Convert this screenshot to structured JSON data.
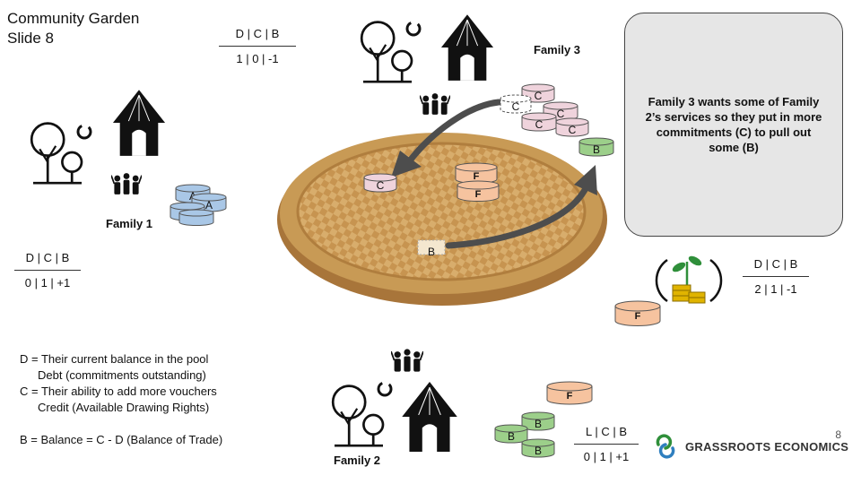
{
  "slide": {
    "title_line1": "Community Garden",
    "title_line2": "Slide 8",
    "page_number": "8"
  },
  "tallies": {
    "top": {
      "header": "D | C | B",
      "values": "1  | 0 | -1"
    },
    "family1": {
      "header": "D | C | B",
      "values": "0  | 1 | +1"
    },
    "right": {
      "header": "D | C | B",
      "values": "2  | 1 | -1"
    },
    "family2": {
      "header": "L | C | B",
      "values": "0 | 1 | +1"
    }
  },
  "families": {
    "family1": "Family 1",
    "family2": "Family 2",
    "family3": "Family 3"
  },
  "callout": {
    "text": "Family 3 wants some of Family 2’s services so they put in more commitments (C) to pull out some (B)"
  },
  "legend": {
    "d_line": "D = Their current balance in the pool",
    "d_sub": "Debt (commitments outstanding)",
    "c_line": "C = Their ability to add more vouchers",
    "c_sub": "Credit (Available Drawing Rights)",
    "b_line": "B  = Balance = C - D (Balance of Trade)"
  },
  "brand": {
    "name": "GRASSROOTS ECONOMICS"
  },
  "tokens": {
    "a": "A",
    "b": "B",
    "c": "C",
    "f": "F"
  },
  "colors": {
    "token_a": "#a9c7e6",
    "token_b": "#9ccf8a",
    "token_c": "#efd3dc",
    "token_f": "#f6c39f",
    "callout_bg": "#e6e6e6",
    "basket": "#c89a55",
    "arrow": "#4d4d4d",
    "brand": "#2f8f3a"
  }
}
